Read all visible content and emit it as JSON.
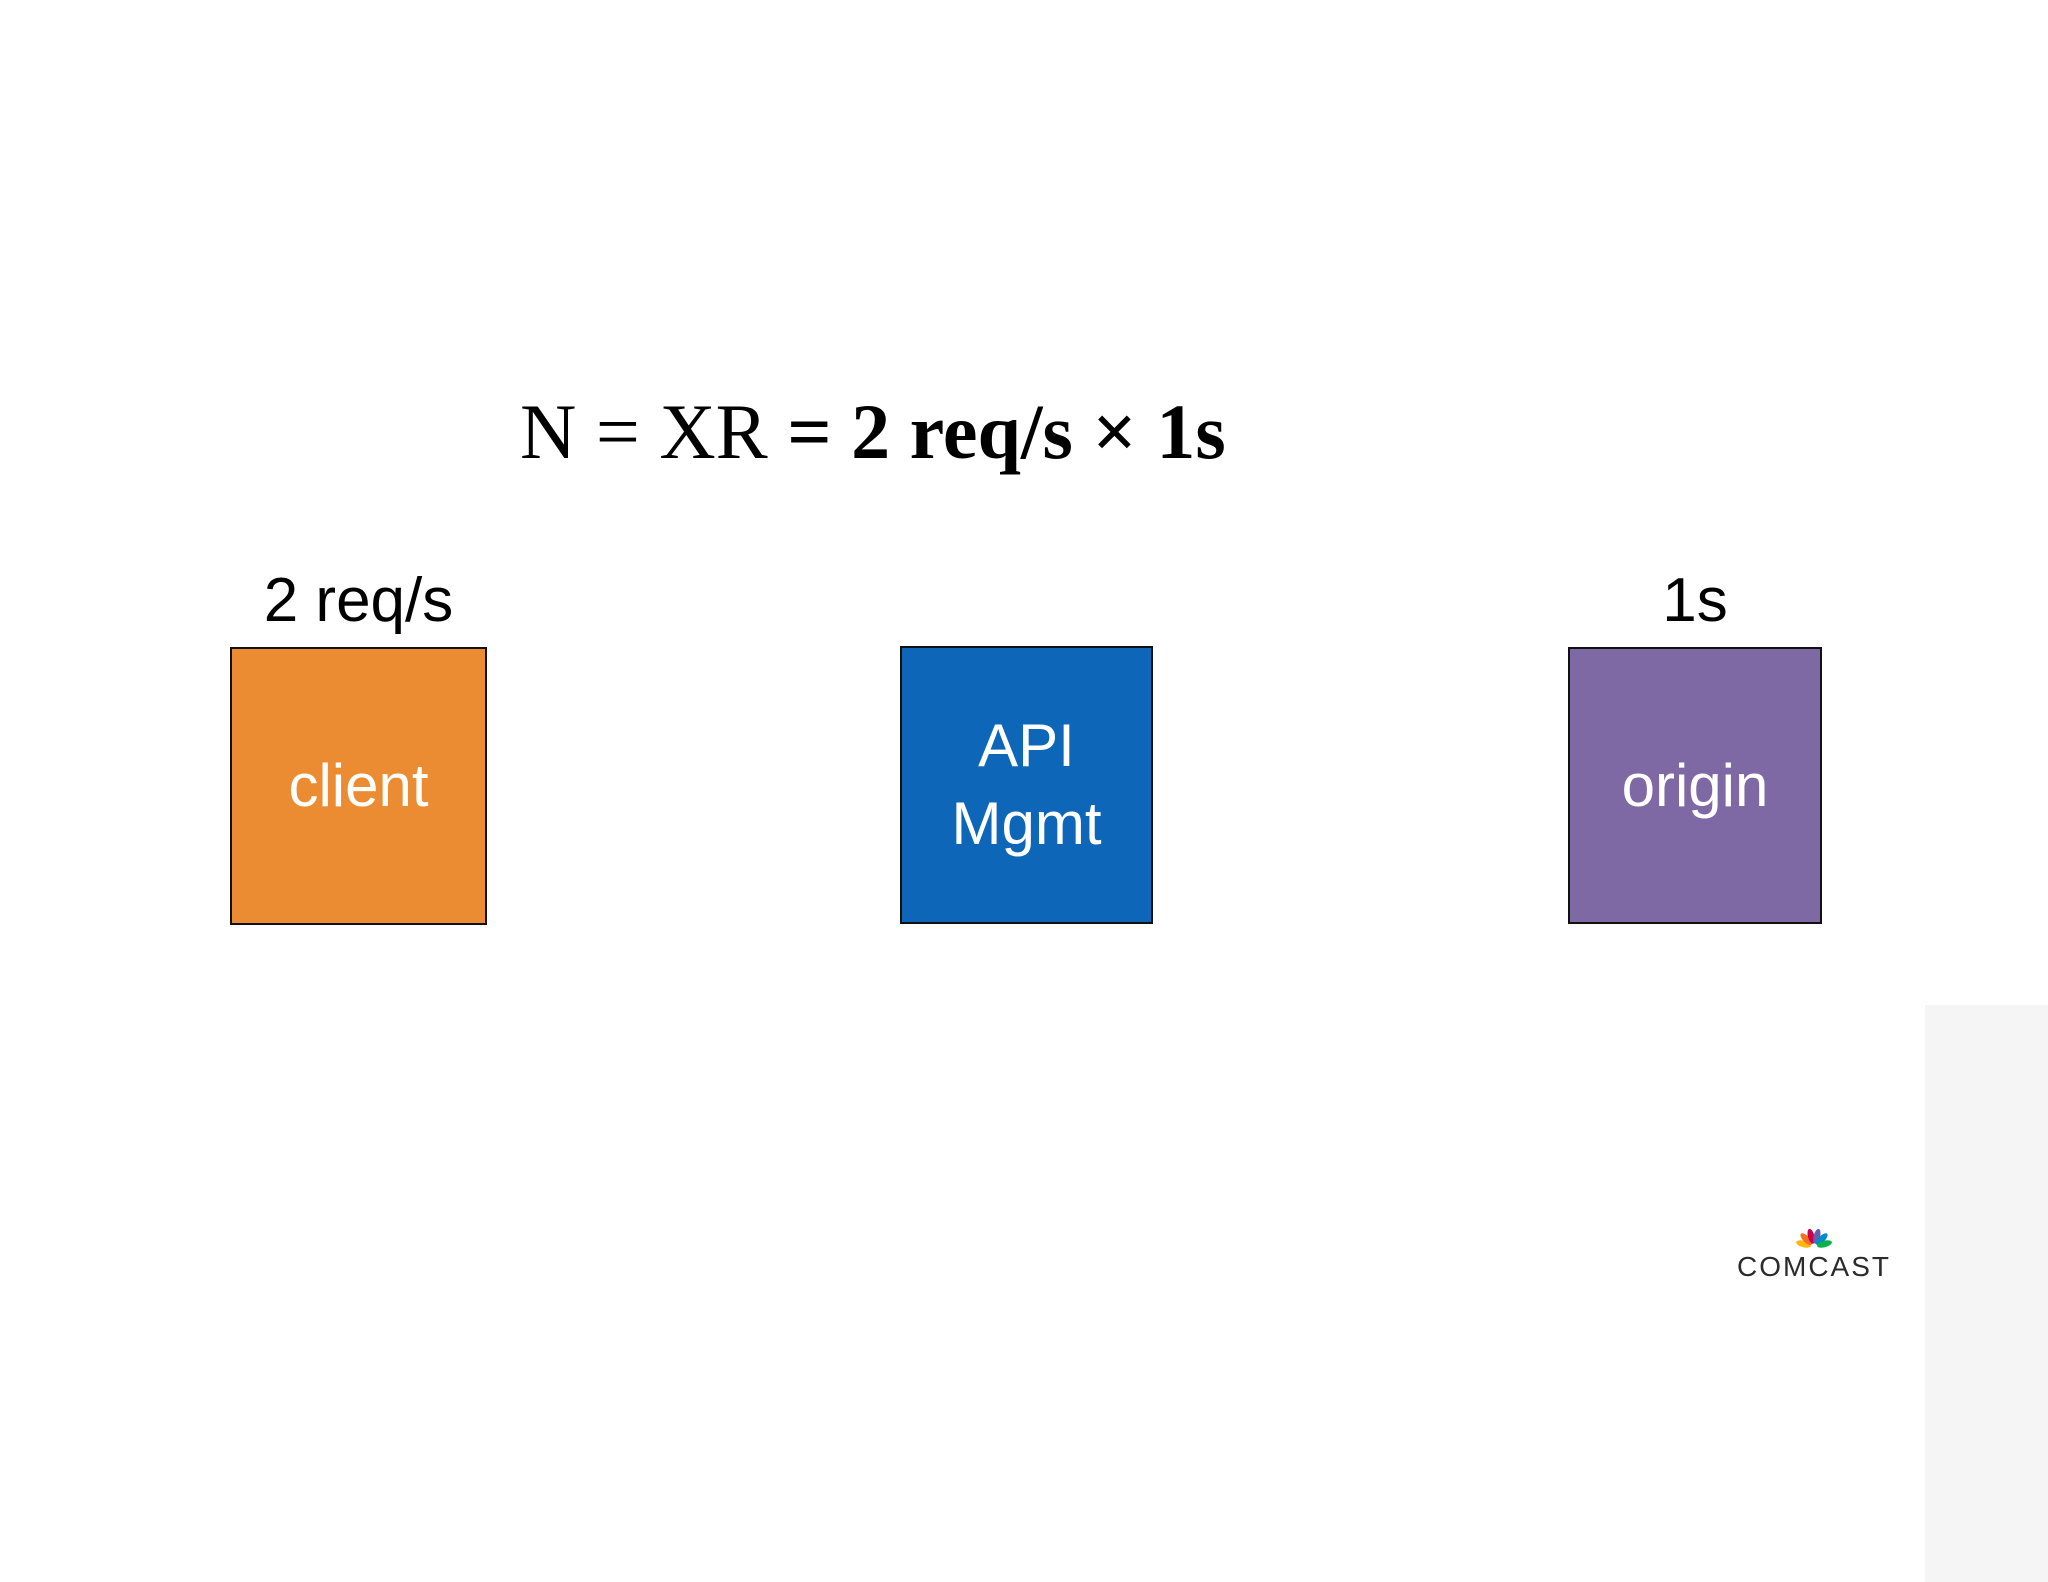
{
  "title": {
    "normal": "N = XR ",
    "bold": "= 2 req/s × 1s"
  },
  "nodes": [
    {
      "id": "client",
      "label": "client",
      "annotation": "2 req/s",
      "color": "#EB8C33"
    },
    {
      "id": "api-mgmt",
      "label_lines": [
        "API",
        "Mgmt"
      ],
      "color": "#0E66B8"
    },
    {
      "id": "origin",
      "label": "origin",
      "annotation": "1s",
      "color": "#7F69A4"
    }
  ],
  "footer": {
    "brand": "COMCAST",
    "peacock_colors": [
      "#FCB711",
      "#F37021",
      "#CC004C",
      "#6460AA",
      "#0089D0",
      "#0DB14B"
    ]
  },
  "colors": {
    "background": "#FFFFFF",
    "edge_strip": "#F5F5F5",
    "title_text": "#000000",
    "node_text": "#FFFFFF",
    "node_border": "#111111"
  }
}
